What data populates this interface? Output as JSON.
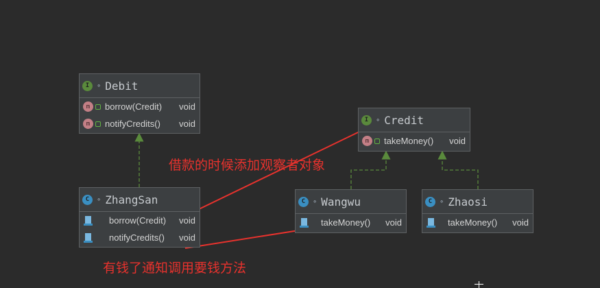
{
  "nodes": {
    "debit": {
      "badge": "I",
      "name": "Debit",
      "methods": [
        {
          "icon": "m",
          "name": "borrow(Credit)",
          "type": "void"
        },
        {
          "icon": "m",
          "name": "notifyCredits()",
          "type": "void"
        }
      ]
    },
    "credit": {
      "badge": "I",
      "name": "Credit",
      "methods": [
        {
          "icon": "m",
          "name": "takeMoney()",
          "type": "void"
        }
      ]
    },
    "zhangsan": {
      "badge": "C",
      "name": "ZhangSan",
      "methods": [
        {
          "name": "borrow(Credit)",
          "type": "void"
        },
        {
          "name": "notifyCredits()",
          "type": "void"
        }
      ]
    },
    "wangwu": {
      "badge": "C",
      "name": "Wangwu",
      "methods": [
        {
          "name": "takeMoney()",
          "type": "void"
        }
      ]
    },
    "zhaosi": {
      "badge": "C",
      "name": "Zhaosi",
      "methods": [
        {
          "name": "takeMoney()",
          "type": "void"
        }
      ]
    }
  },
  "annotations": {
    "borrow_note": "借款的时候添加观察者对象",
    "notify_note": "有钱了通知调用要钱方法"
  },
  "colors": {
    "background": "#2b2b2b",
    "node_fill": "#3c3f41",
    "interface_badge": "#5a8a3c",
    "class_badge": "#3a8fc2",
    "realization_edge": "#5a8a3c",
    "annotation_red": "#e8322d"
  }
}
